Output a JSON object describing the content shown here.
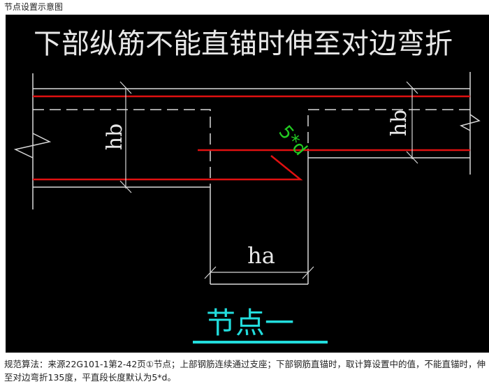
{
  "caption": "节点设置示意图",
  "diagram": {
    "title": "下部纵筋不能直锚时伸至对边弯折",
    "labels": {
      "hb_left": "hb",
      "hb_right": "hb",
      "ha": "ha",
      "anchor_length": "5*d"
    },
    "node_label": "节点一",
    "colors": {
      "background": "#000000",
      "lines": "#d9d9d9",
      "rebar": "#e01010",
      "anchor_text": "#22cc22",
      "node_label": "#22dddd"
    }
  },
  "description": {
    "text": "规范算法：来源22G101-1第2-42页①节点；上部钢筋连续通过支座；下部钢筋直锚时，取计算设置中的值，不能直锚时，伸至对边弯折135度，平直段长度默认为5*d。"
  }
}
